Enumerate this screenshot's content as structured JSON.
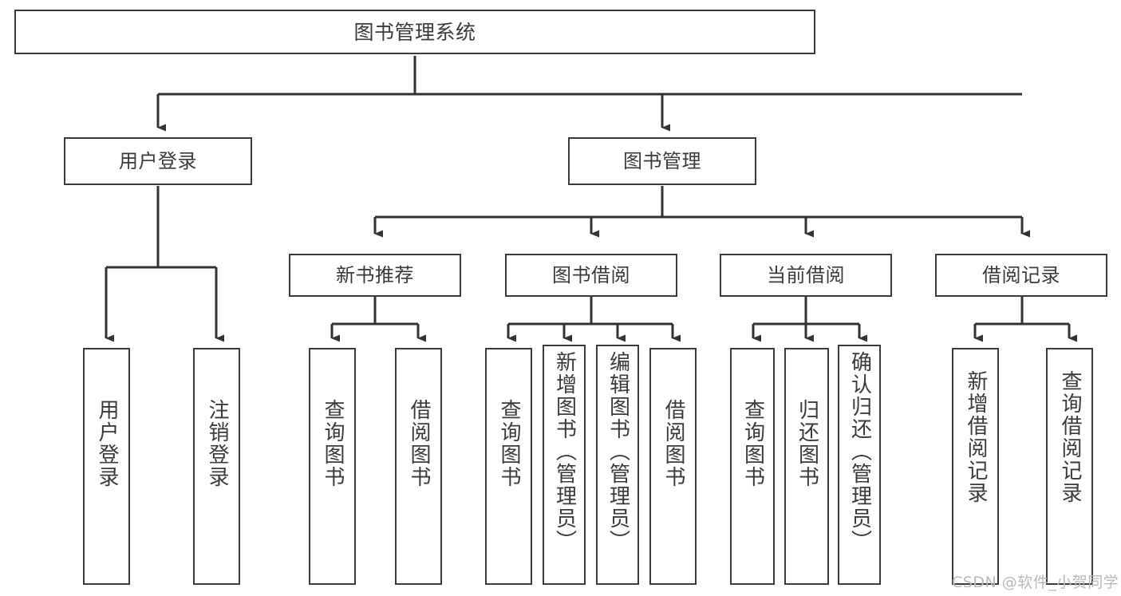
{
  "diagram": {
    "type": "tree",
    "title": "图书管理系统",
    "watermark": "CSDN @软件_小贺同学",
    "colors": {
      "box_border": "#3a3a3a",
      "box_fill": "#ffffff",
      "line": "#333333",
      "text": "#3a3a3a",
      "watermark": "#b9b9b9",
      "background": "#ffffff"
    },
    "levels": {
      "root": {
        "label": "图书管理系统"
      },
      "level1": [
        {
          "label": "用户登录"
        },
        {
          "label": "图书管理"
        }
      ],
      "level2": [
        {
          "label": "新书推荐"
        },
        {
          "label": "图书借阅"
        },
        {
          "label": "当前借阅"
        },
        {
          "label": "借阅记录"
        }
      ],
      "leaves": {
        "user_login": [
          {
            "label": "用户登录"
          },
          {
            "label": "注销登录"
          }
        ],
        "new_book": [
          {
            "label": "查询图书"
          },
          {
            "label": "借阅图书"
          }
        ],
        "book_borrow": [
          {
            "label": "查询图书"
          },
          {
            "label": "新增图书（管理员）"
          },
          {
            "label": "编辑图书（管理员）"
          },
          {
            "label": "借阅图书"
          }
        ],
        "current_borrow": [
          {
            "label": "查询图书"
          },
          {
            "label": "归还图书"
          },
          {
            "label": "确认归还（管理员）"
          }
        ],
        "borrow_record": [
          {
            "label": "新增借阅记录"
          },
          {
            "label": "查询借阅记录"
          }
        ]
      }
    }
  }
}
